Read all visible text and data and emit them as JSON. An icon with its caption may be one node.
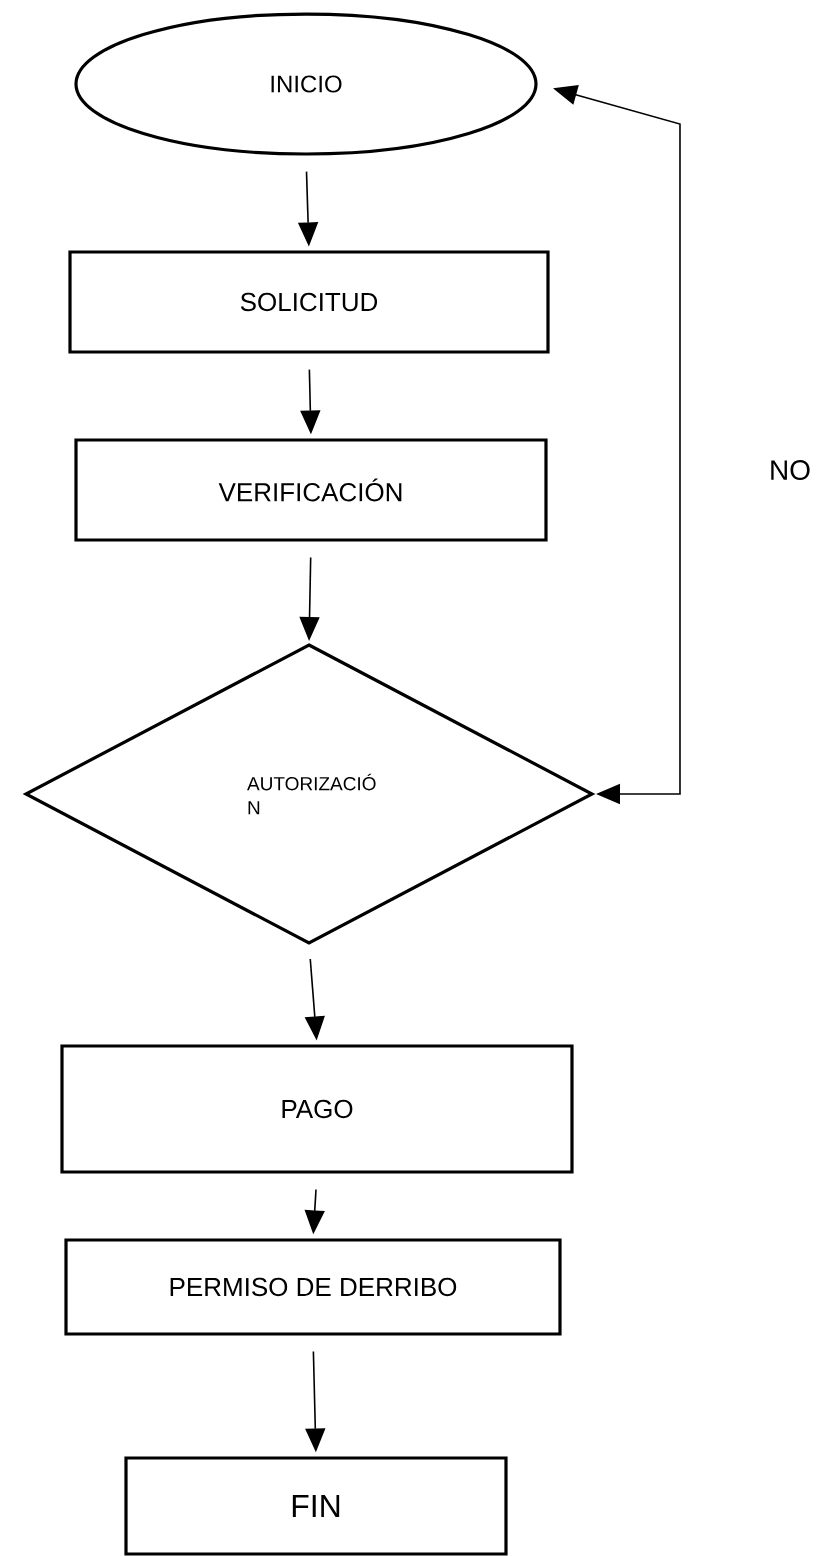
{
  "diagram": {
    "nodes": [
      {
        "text": [
          "INICIO"
        ]
      },
      {
        "text": [
          "SOLICITUD"
        ]
      },
      {
        "text": [
          "VERIFICACIÓN"
        ]
      },
      {
        "text": [
          "AUTORIZACIÓ N"
        ]
      },
      {
        "text": [
          "PAGO"
        ]
      },
      {
        "text": [
          "PERMISO DE DERRIBO"
        ]
      },
      {
        "text": [
          "FIN"
        ]
      }
    ],
    "edges": [
      {
        "from": 0,
        "to": 1,
        "arrow": "to"
      },
      {
        "from": 1,
        "to": 2,
        "arrow": "to"
      },
      {
        "from": 2,
        "to": 3,
        "arrow": "to"
      },
      {
        "from": 3,
        "to": 4,
        "arrow": "to"
      },
      {
        "from": 4,
        "to": 5,
        "arrow": "to"
      },
      {
        "from": 5,
        "to": 6,
        "arrow": "to"
      },
      {
        "from": 3,
        "to": 0,
        "arrow": "both",
        "label": "NO"
      }
    ]
  }
}
